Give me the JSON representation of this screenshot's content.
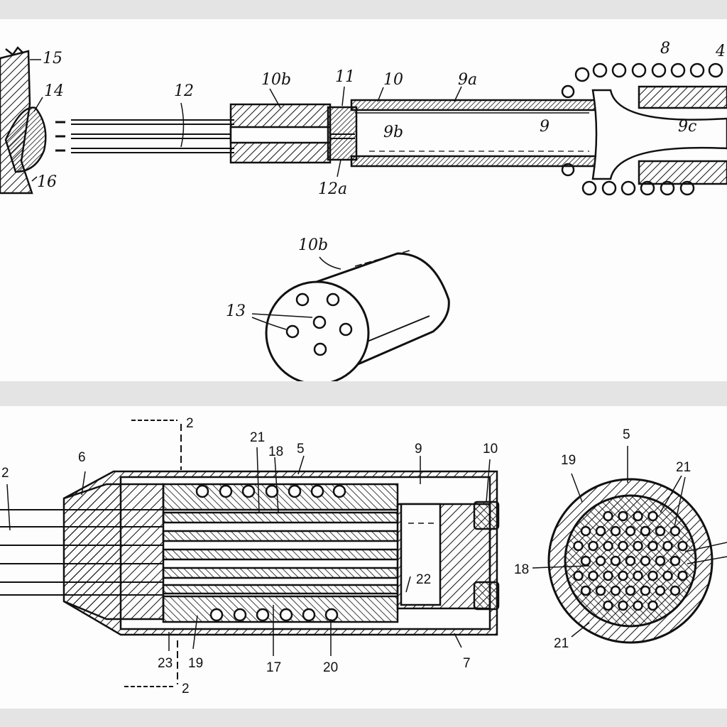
{
  "figure_top": {
    "labels": {
      "l15": "15",
      "l14": "14",
      "l16": "16",
      "l12": "12",
      "l10b": "10b",
      "l11": "11",
      "l10": "10",
      "l9a": "9a",
      "l9b": "9b",
      "l9": "9",
      "l9c": "9c",
      "l12a": "12a",
      "l8": "8",
      "l4": "4"
    }
  },
  "figure_mid": {
    "labels": {
      "l10b": "10b",
      "l13": "13"
    }
  },
  "figure_bottom": {
    "labels": {
      "l2_top": "2",
      "l2_bottom": "2",
      "l2_left": "2",
      "l6": "6",
      "l21": "21",
      "l18": "18",
      "l5": "5",
      "l9": "9",
      "l10": "10",
      "l22": "22",
      "l23": "23",
      "l19": "19",
      "l17": "17",
      "l20": "20",
      "l7": "7"
    }
  },
  "figure_round": {
    "labels": {
      "l19": "19",
      "l5": "5",
      "l21_top": "21",
      "l18": "18",
      "l21_bottom": "21"
    }
  },
  "colors": {
    "ink": "#111111",
    "paper": "#fdfdfd",
    "frame": "#e3e4e3"
  }
}
